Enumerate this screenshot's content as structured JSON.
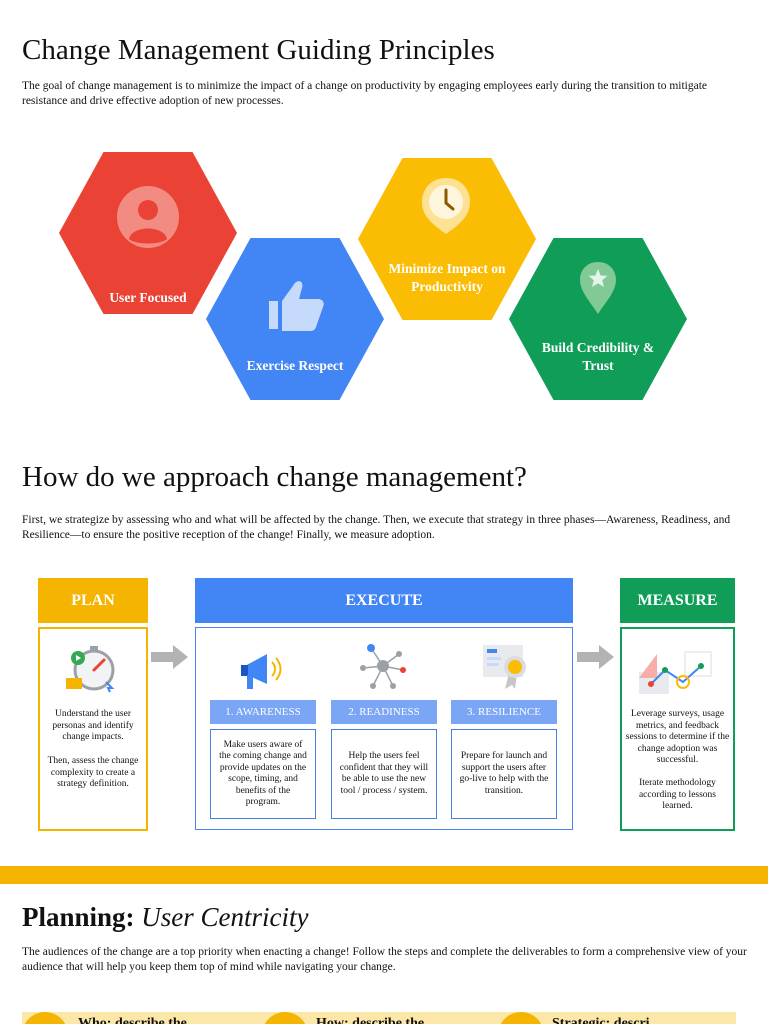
{
  "section1": {
    "title": "Change Management Guiding Principles",
    "description": "The goal of change management is to minimize the impact of a change on productivity by engaging employees early during the transition to mitigate resistance and drive effective adoption of new processes."
  },
  "principles": [
    {
      "label": "User Focused",
      "color": "#ea4335",
      "icon": "user-icon"
    },
    {
      "label": "Exercise Respect",
      "color": "#4285f4",
      "icon": "thumbs-up-icon"
    },
    {
      "label": "Minimize Impact on Productivity",
      "color": "#fbbc04",
      "icon": "clock-icon"
    },
    {
      "label": "Build Credibility & Trust",
      "color": "#0f9d58",
      "icon": "star-pin-icon"
    }
  ],
  "section2": {
    "title": "How do we approach change management?",
    "description": "First, we strategize by assessing who and what will be affected by the change. Then, we execute that strategy in three phases—Awareness, Readiness, and Resilience—to ensure the positive reception of the change! Finally, we measure adoption."
  },
  "phases": {
    "plan": {
      "title": "PLAN",
      "color": "#f4b400",
      "text1": "Understand the user personas and identify change impacts.",
      "text2": "Then, assess the change complexity to create a strategy definition."
    },
    "execute": {
      "title": "EXECUTE",
      "color": "#4285f4",
      "steps": [
        {
          "title": "1. AWARENESS",
          "text": "Make users aware of the coming change and provide updates on the scope, timing, and benefits of the program."
        },
        {
          "title": "2. READINESS",
          "text": "Help the users feel confident that they will be able to use the new tool / process / system."
        },
        {
          "title": "3. RESILIENCE",
          "text": "Prepare for launch and support the users after go-live to help with the transition."
        }
      ]
    },
    "measure": {
      "title": "MEASURE",
      "color": "#0f9d58",
      "text1": "Leverage surveys, usage metrics, and feedback sessions to determine if the change adoption was successful.",
      "text2": "Iterate methodology according to lessons learned."
    }
  },
  "section3": {
    "title_bold": "Planning:",
    "title_italic": "User Centricity",
    "description": "The audiences of the change are a top priority when enacting a change! Follow the steps and complete the deliverables to form a comprehensive view of your audience that will help you keep them top of mind while navigating your change.",
    "steps": [
      "Who: describe the",
      "How: describe the",
      "Strategic: descri..."
    ]
  }
}
